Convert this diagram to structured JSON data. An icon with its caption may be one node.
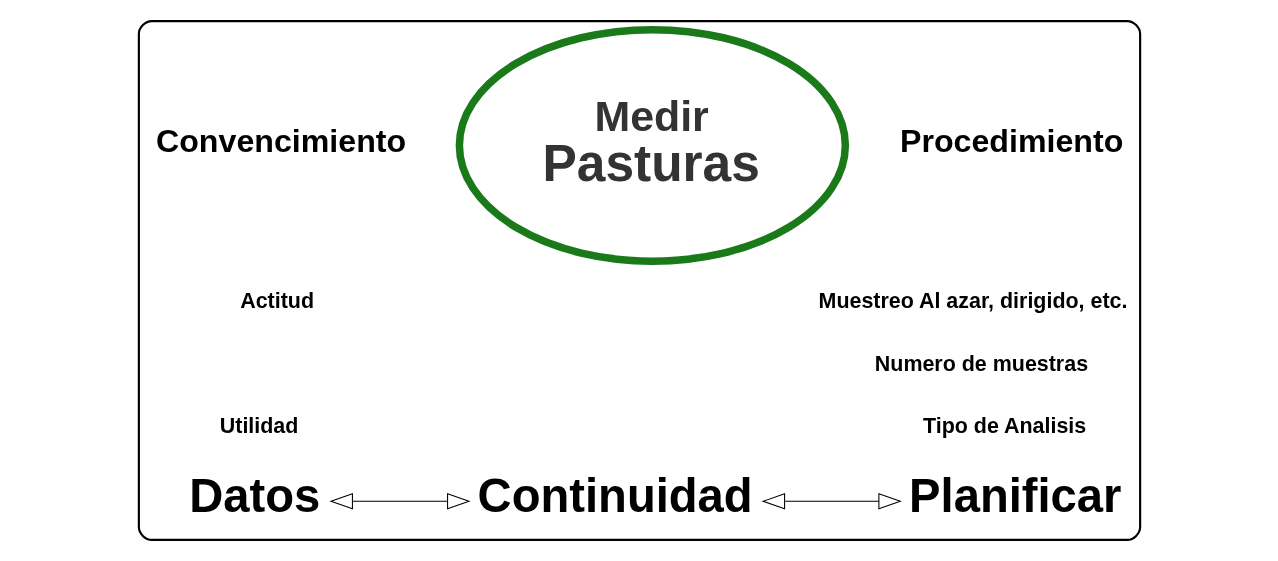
{
  "diagram": {
    "nodes": [
      {
        "text": [],
        "shape": "box"
      },
      {
        "text": [
          "Medir",
          "Pasturas"
        ],
        "in": 0
      },
      {
        "text": [
          "Datos"
        ],
        "in": 0
      },
      {
        "text": [
          "Continuidad"
        ],
        "in": 0
      },
      {
        "text": [
          "Planificar"
        ],
        "in": 0
      }
    ],
    "edges": [
      {
        "from": 2,
        "to": 3,
        "arrow": "both"
      },
      {
        "from": 3,
        "to": 4,
        "arrow": "both"
      }
    ],
    "labels": [
      "Convencimiento",
      "Actitud",
      "Utilidad",
      "Procedimiento",
      "Muestreo Al azar, dirigido, etc.",
      "Numero de muestras",
      "Tipo de Analisis"
    ]
  }
}
